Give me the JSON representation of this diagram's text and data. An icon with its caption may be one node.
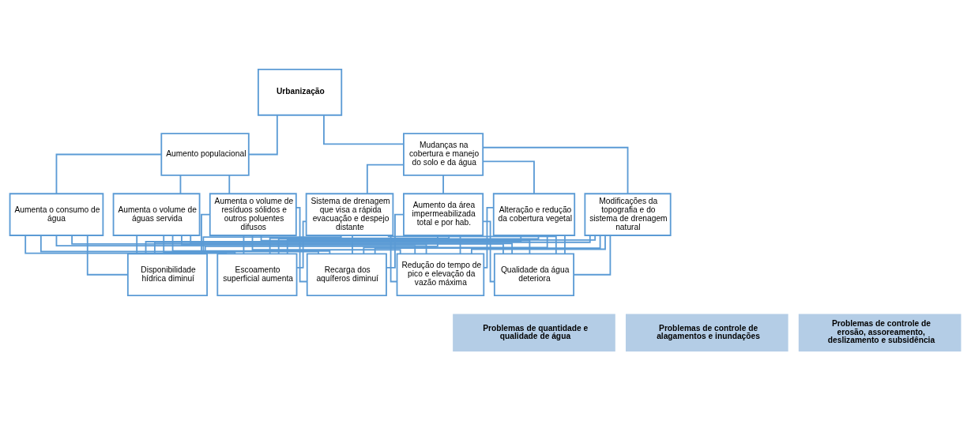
{
  "diagram": {
    "nodes": [
      {
        "text": [
          "Urbanização"
        ]
      },
      {
        "text": [
          "Aumento populacional"
        ]
      },
      {
        "text": [
          "Mudanças na cobertura e manejo do solo e da água"
        ]
      },
      {
        "text": [
          "Aumenta o consumo de água"
        ]
      },
      {
        "text": [
          "Aumenta o volume de águas servida"
        ]
      },
      {
        "text": [
          "Aumenta o volume de resíduos sólidos e outros poluentes difusos"
        ]
      },
      {
        "text": [
          "Aumento da área impermeabilizada total e por hab."
        ]
      },
      {
        "text": [
          "Alteração e redução da cobertura vegetal"
        ]
      },
      {
        "text": [
          "Modificações da topografia e do sistema de drenagem natural"
        ]
      },
      {
        "text": [
          "Sistema de drenagem que visa a rápida evacuação e despejo distante"
        ]
      },
      {
        "text": [
          "Qualidade da água deteriora"
        ]
      },
      {
        "text": [
          "Disponibilidade hídrica diminuí"
        ]
      },
      {
        "text": [
          "Escoamento superficial aumenta"
        ]
      },
      {
        "text": [
          "Recarga dos aquíferos diminuí"
        ]
      },
      {
        "text": [
          "Redução do tempo de pico e elevação da vazão máxima"
        ]
      },
      {
        "text": [
          "Problemas de quantidade e qualidade de água"
        ]
      },
      {
        "text": [
          "Problemas de controle de alagamentos e inundações"
        ]
      },
      {
        "text": [
          "Problemas de controle de erosão, assoreamento, deslizamento e subsidência"
        ]
      }
    ],
    "edges": [
      {
        "from": 0,
        "to": 1,
        "arrow": "none"
      },
      {
        "from": 0,
        "to": 2,
        "arrow": "none"
      },
      {
        "from": 1,
        "to": 3,
        "arrow": "none"
      },
      {
        "from": 1,
        "to": 4,
        "arrow": "none"
      },
      {
        "from": 1,
        "to": 5,
        "arrow": "none"
      },
      {
        "from": 2,
        "to": 6,
        "arrow": "none"
      },
      {
        "from": 2,
        "to": 7,
        "arrow": "none"
      },
      {
        "from": 2,
        "to": 8,
        "arrow": "none"
      },
      {
        "from": 2,
        "to": 9,
        "arrow": "none"
      },
      {
        "from": 3,
        "to": 10,
        "arrow": "none"
      },
      {
        "from": 3,
        "to": 11,
        "arrow": "none"
      },
      {
        "from": 3,
        "to": 12,
        "arrow": "none"
      },
      {
        "from": 3,
        "to": 13,
        "arrow": "none"
      },
      {
        "from": 3,
        "to": 14,
        "arrow": "none"
      },
      {
        "from": 4,
        "to": 10,
        "arrow": "none"
      },
      {
        "from": 4,
        "to": 11,
        "arrow": "none"
      },
      {
        "from": 4,
        "to": 12,
        "arrow": "none"
      },
      {
        "from": 4,
        "to": 13,
        "arrow": "none"
      },
      {
        "from": 4,
        "to": 14,
        "arrow": "none"
      },
      {
        "from": 5,
        "to": 10,
        "arrow": "none"
      },
      {
        "from": 5,
        "to": 11,
        "arrow": "none"
      },
      {
        "from": 5,
        "to": 12,
        "arrow": "none"
      },
      {
        "from": 5,
        "to": 13,
        "arrow": "none"
      },
      {
        "from": 5,
        "to": 14,
        "arrow": "none"
      },
      {
        "from": 6,
        "to": 10,
        "arrow": "none"
      },
      {
        "from": 6,
        "to": 11,
        "arrow": "none"
      },
      {
        "from": 6,
        "to": 12,
        "arrow": "none"
      },
      {
        "from": 6,
        "to": 13,
        "arrow": "none"
      },
      {
        "from": 6,
        "to": 14,
        "arrow": "none"
      },
      {
        "from": 7,
        "to": 10,
        "arrow": "none"
      },
      {
        "from": 7,
        "to": 11,
        "arrow": "none"
      },
      {
        "from": 7,
        "to": 12,
        "arrow": "none"
      },
      {
        "from": 7,
        "to": 13,
        "arrow": "none"
      },
      {
        "from": 7,
        "to": 14,
        "arrow": "none"
      },
      {
        "from": 8,
        "to": 10,
        "arrow": "none"
      },
      {
        "from": 8,
        "to": 11,
        "arrow": "none"
      },
      {
        "from": 8,
        "to": 12,
        "arrow": "none"
      },
      {
        "from": 8,
        "to": 13,
        "arrow": "none"
      },
      {
        "from": 8,
        "to": 14,
        "arrow": "none"
      },
      {
        "from": 9,
        "to": 10,
        "arrow": "none"
      },
      {
        "from": 9,
        "to": 11,
        "arrow": "none"
      },
      {
        "from": 9,
        "to": 12,
        "arrow": "none"
      },
      {
        "from": 9,
        "to": 13,
        "arrow": "none"
      },
      {
        "from": 9,
        "to": 14,
        "arrow": "none"
      }
    ]
  }
}
